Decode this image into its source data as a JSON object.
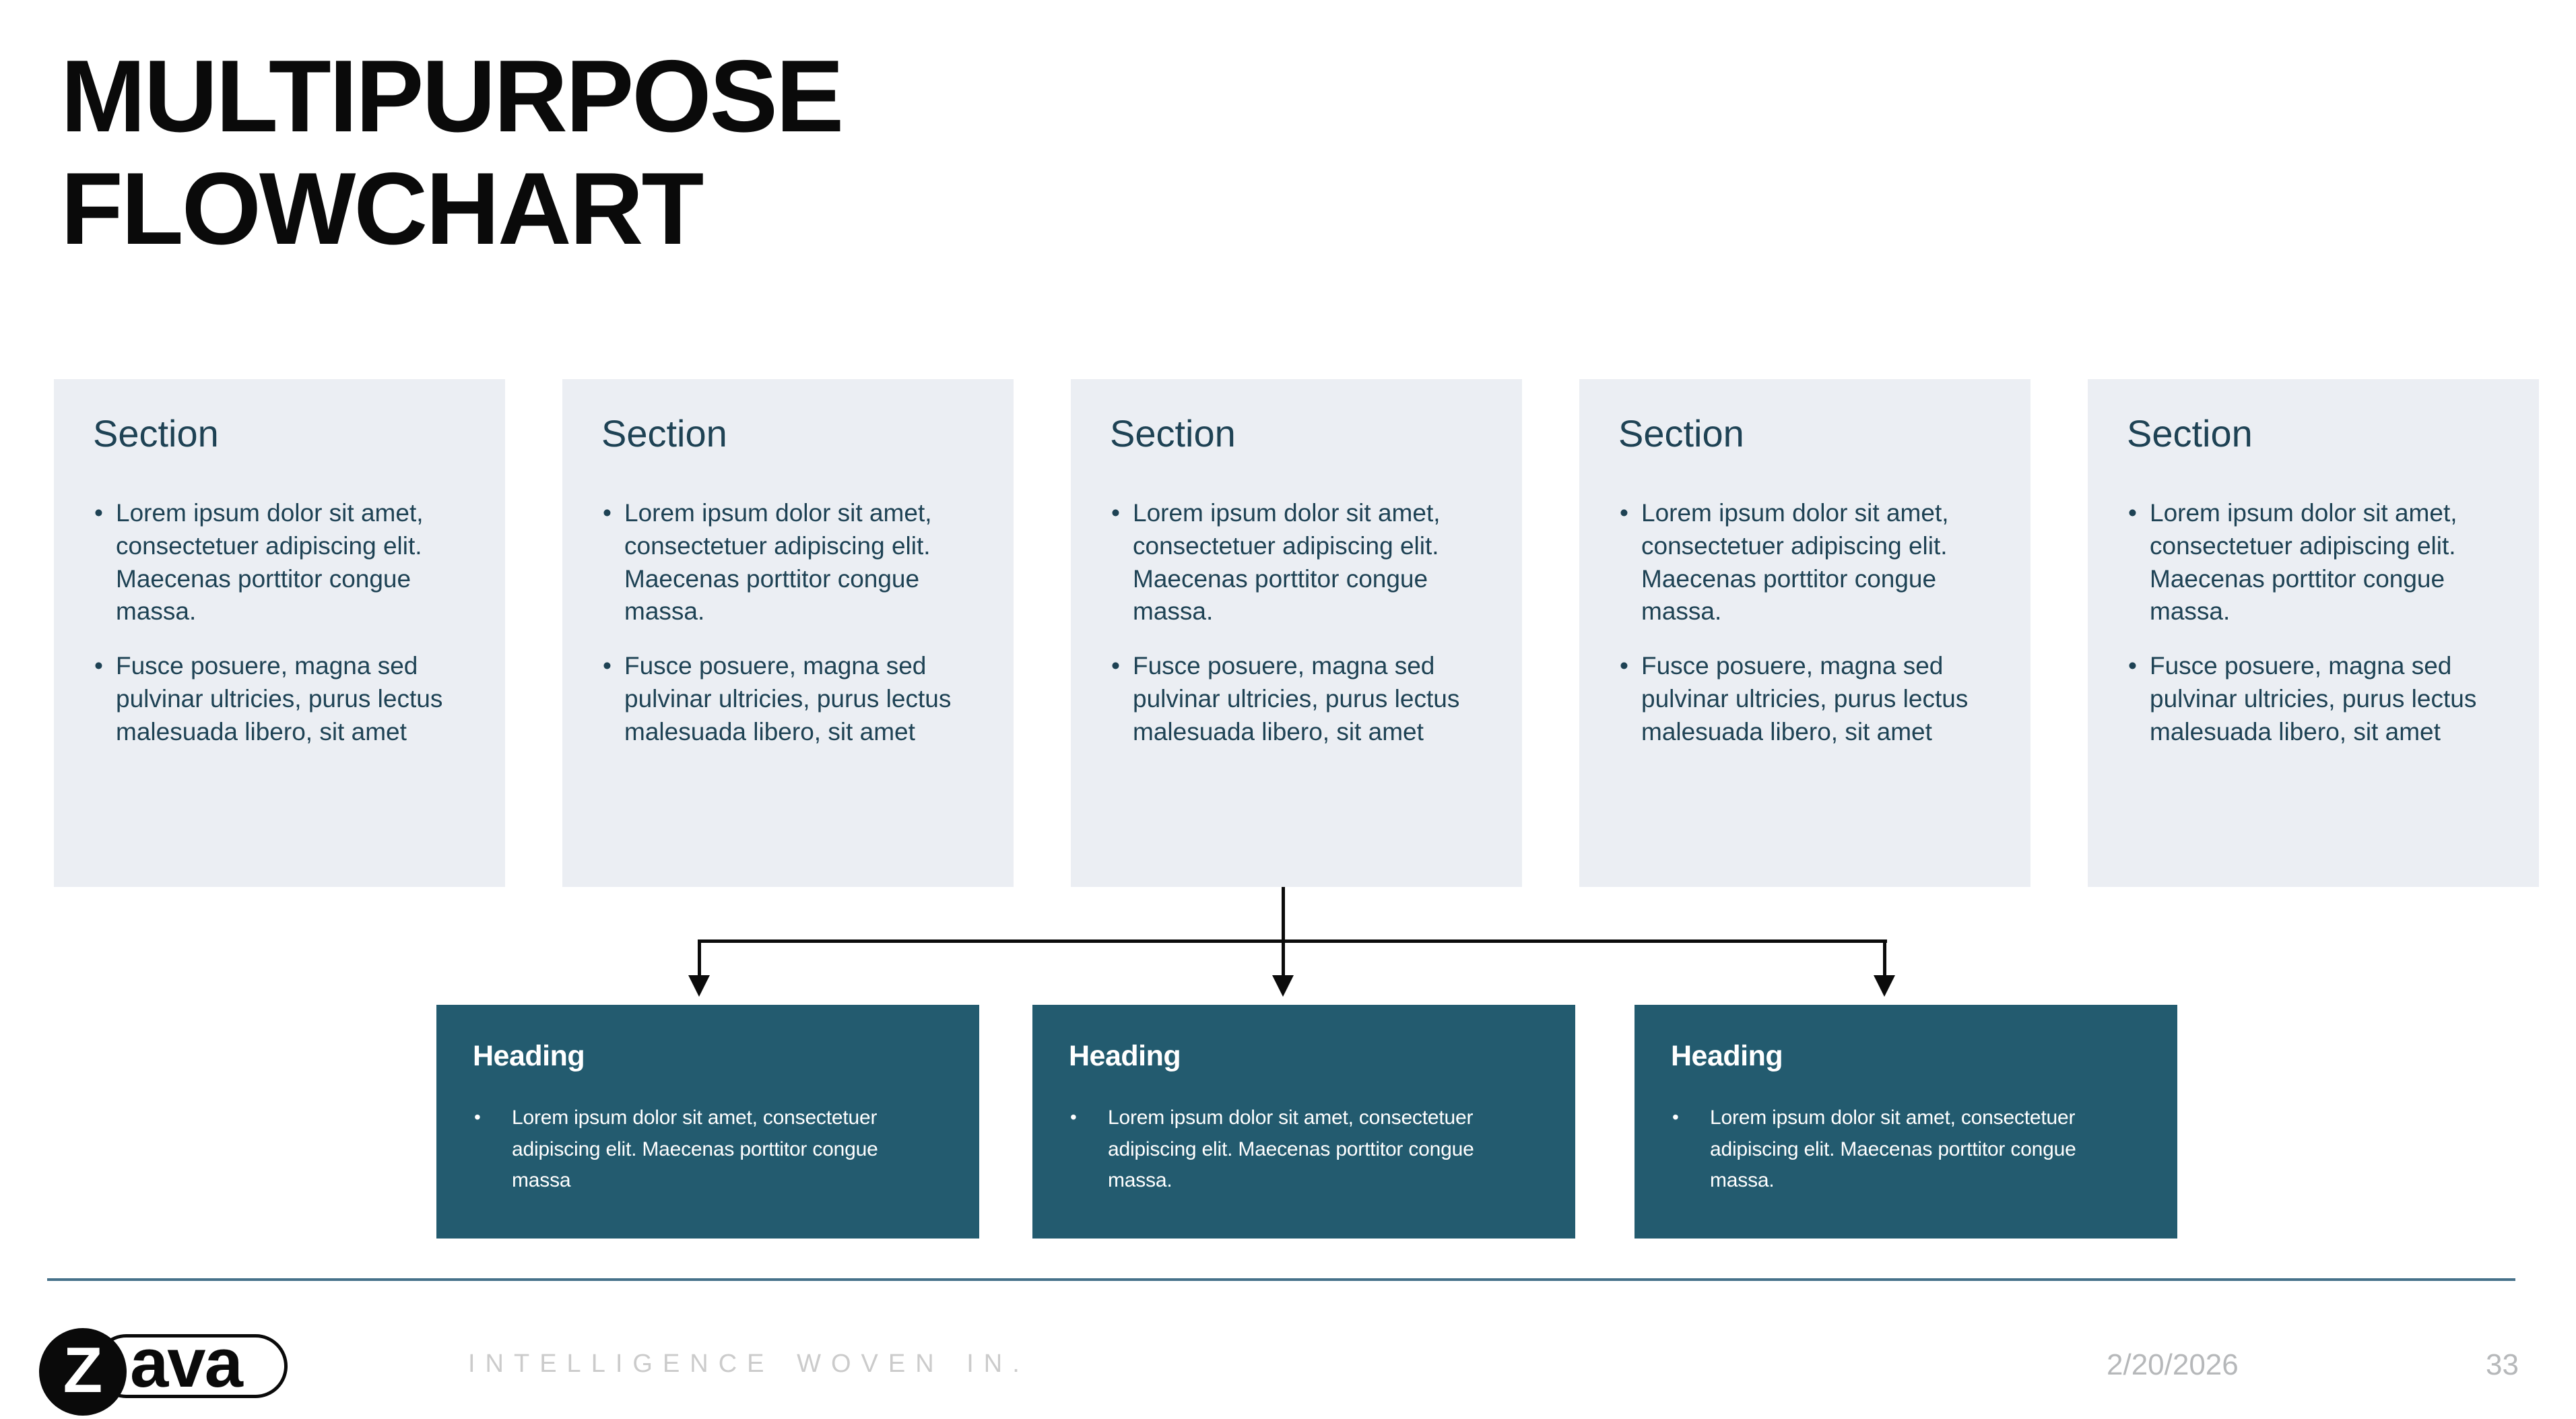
{
  "slide": {
    "title_line1": "MULTIPURPOSE",
    "title_line2": "FLOWCHART",
    "tagline": "INTELLIGENCE WOVEN IN.",
    "date": "2/20/2026",
    "page_number": "33",
    "logo": {
      "z": "Z",
      "rest": "ava"
    }
  },
  "sections": [
    {
      "title": "Section",
      "bullets": [
        "Lorem ipsum dolor sit amet, consectetuer adipiscing elit. Maecenas porttitor congue massa.",
        "Fusce posuere, magna sed pulvinar ultricies, purus lectus malesuada libero, sit amet"
      ]
    },
    {
      "title": "Section",
      "bullets": [
        "Lorem ipsum dolor sit amet, consectetuer adipiscing elit. Maecenas porttitor congue massa.",
        "Fusce posuere, magna sed pulvinar ultricies, purus lectus malesuada libero, sit amet"
      ]
    },
    {
      "title": "Section",
      "bullets": [
        "Lorem ipsum dolor sit amet, consectetuer adipiscing elit. Maecenas porttitor congue massa.",
        "Fusce posuere, magna sed pulvinar ultricies, purus lectus malesuada libero, sit amet"
      ]
    },
    {
      "title": "Section",
      "bullets": [
        "Lorem ipsum dolor sit amet, consectetuer adipiscing elit. Maecenas porttitor congue massa.",
        "Fusce posuere, magna sed pulvinar ultricies, purus lectus malesuada libero, sit amet"
      ]
    },
    {
      "title": "Section",
      "bullets": [
        "Lorem ipsum dolor sit amet, consectetuer adipiscing elit. Maecenas porttitor congue massa.",
        "Fusce posuere, magna sed pulvinar ultricies, purus lectus malesuada libero, sit amet"
      ]
    }
  ],
  "cards": [
    {
      "title": "Heading",
      "bullets": [
        "Lorem ipsum dolor sit amet, consectetuer adipiscing elit. Maecenas porttitor congue massa"
      ]
    },
    {
      "title": "Heading",
      "bullets": [
        "Lorem ipsum dolor sit amet, consectetuer adipiscing elit. Maecenas porttitor congue massa."
      ]
    },
    {
      "title": "Heading",
      "bullets": [
        "Lorem ipsum dolor sit amet, consectetuer adipiscing elit. Maecenas porttitor congue massa."
      ]
    }
  ],
  "colors": {
    "title_color": "#0a0a0a",
    "section_bg": "#EBEEF3",
    "section_text": "#1E4254",
    "card_bg": "#235B6F",
    "card_text": "#FFFFFF",
    "arrow_color": "#0b0b0b",
    "divider_color": "#46718A",
    "tagline_gray": "#CBCBCB",
    "footer_gray": "#B6B8BA"
  }
}
